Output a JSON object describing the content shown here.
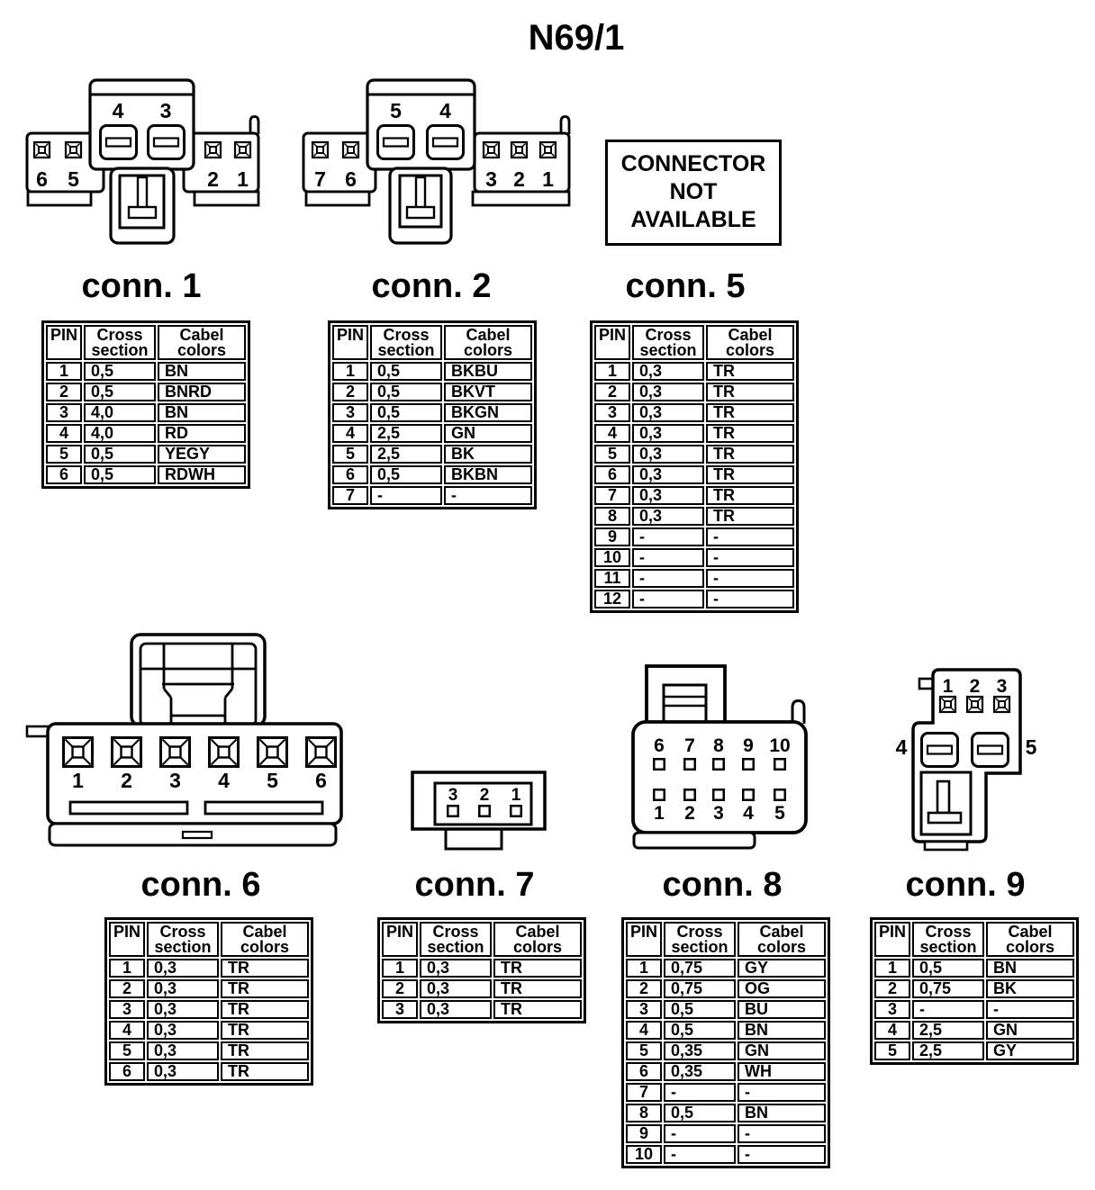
{
  "title": "N69/1",
  "colors": {
    "ink": "#000000",
    "paper": "#ffffff"
  },
  "not_available_box": {
    "lines": [
      "CONNECTOR",
      "NOT",
      "AVAILABLE"
    ]
  },
  "table_header": {
    "pin": "PIN",
    "cross_line1": "Cross",
    "cross_line2": "section",
    "colors_line1": "Cabel",
    "colors_line2": "colors"
  },
  "sections": {
    "c1": "conn. 1",
    "c2": "conn. 2",
    "c5": "conn. 5",
    "c6": "conn. 6",
    "c7": "conn. 7",
    "c8": "conn. 8",
    "c9": "conn. 9"
  },
  "drawings": {
    "c1": {
      "slot_labels": [
        "4",
        "3"
      ],
      "left_labels": [
        "6",
        "5"
      ],
      "right_labels": [
        "2",
        "1"
      ]
    },
    "c2": {
      "slot_labels": [
        "5",
        "4"
      ],
      "left_labels": [
        "7",
        "6"
      ],
      "right_labels": [
        "3",
        "2",
        "1"
      ]
    },
    "c6": {
      "pin_labels": [
        "1",
        "2",
        "3",
        "4",
        "5",
        "6"
      ]
    },
    "c7": {
      "pin_labels": [
        "3",
        "2",
        "1"
      ]
    },
    "c8": {
      "top_labels": [
        "6",
        "7",
        "8",
        "9",
        "10"
      ],
      "bottom_labels": [
        "1",
        "2",
        "3",
        "4",
        "5"
      ]
    },
    "c9": {
      "top_labels": [
        "1",
        "2",
        "3"
      ],
      "left_label": "4",
      "right_label": "5"
    }
  },
  "tables": {
    "c1": {
      "rows": [
        [
          "1",
          "0,5",
          "BN"
        ],
        [
          "2",
          "0,5",
          "BNRD"
        ],
        [
          "3",
          "4,0",
          "BN"
        ],
        [
          "4",
          "4,0",
          "RD"
        ],
        [
          "5",
          "0,5",
          "YEGY"
        ],
        [
          "6",
          "0,5",
          "RDWH"
        ]
      ]
    },
    "c2": {
      "rows": [
        [
          "1",
          "0,5",
          "BKBU"
        ],
        [
          "2",
          "0,5",
          "BKVT"
        ],
        [
          "3",
          "0,5",
          "BKGN"
        ],
        [
          "4",
          "2,5",
          "GN"
        ],
        [
          "5",
          "2,5",
          "BK"
        ],
        [
          "6",
          "0,5",
          "BKBN"
        ],
        [
          "7",
          "-",
          "-"
        ]
      ]
    },
    "c5": {
      "rows": [
        [
          "1",
          "0,3",
          "TR"
        ],
        [
          "2",
          "0,3",
          "TR"
        ],
        [
          "3",
          "0,3",
          "TR"
        ],
        [
          "4",
          "0,3",
          "TR"
        ],
        [
          "5",
          "0,3",
          "TR"
        ],
        [
          "6",
          "0,3",
          "TR"
        ],
        [
          "7",
          "0,3",
          "TR"
        ],
        [
          "8",
          "0,3",
          "TR"
        ],
        [
          "9",
          "-",
          "-"
        ],
        [
          "10",
          "-",
          "-"
        ],
        [
          "11",
          "-",
          "-"
        ],
        [
          "12",
          "-",
          "-"
        ]
      ]
    },
    "c6": {
      "rows": [
        [
          "1",
          "0,3",
          "TR"
        ],
        [
          "2",
          "0,3",
          "TR"
        ],
        [
          "3",
          "0,3",
          "TR"
        ],
        [
          "4",
          "0,3",
          "TR"
        ],
        [
          "5",
          "0,3",
          "TR"
        ],
        [
          "6",
          "0,3",
          "TR"
        ]
      ]
    },
    "c7": {
      "rows": [
        [
          "1",
          "0,3",
          "TR"
        ],
        [
          "2",
          "0,3",
          "TR"
        ],
        [
          "3",
          "0,3",
          "TR"
        ]
      ]
    },
    "c8": {
      "rows": [
        [
          "1",
          "0,75",
          "GY"
        ],
        [
          "2",
          "0,75",
          "OG"
        ],
        [
          "3",
          "0,5",
          "BU"
        ],
        [
          "4",
          "0,5",
          "BN"
        ],
        [
          "5",
          "0,35",
          "GN"
        ],
        [
          "6",
          "0,35",
          "WH"
        ],
        [
          "7",
          "-",
          "-"
        ],
        [
          "8",
          "0,5",
          "BN"
        ],
        [
          "9",
          "-",
          "-"
        ],
        [
          "10",
          "-",
          "-"
        ]
      ]
    },
    "c9": {
      "rows": [
        [
          "1",
          "0,5",
          "BN"
        ],
        [
          "2",
          "0,75",
          "BK"
        ],
        [
          "3",
          "-",
          "-"
        ],
        [
          "4",
          "2,5",
          "GN"
        ],
        [
          "5",
          "2,5",
          "GY"
        ]
      ]
    }
  }
}
